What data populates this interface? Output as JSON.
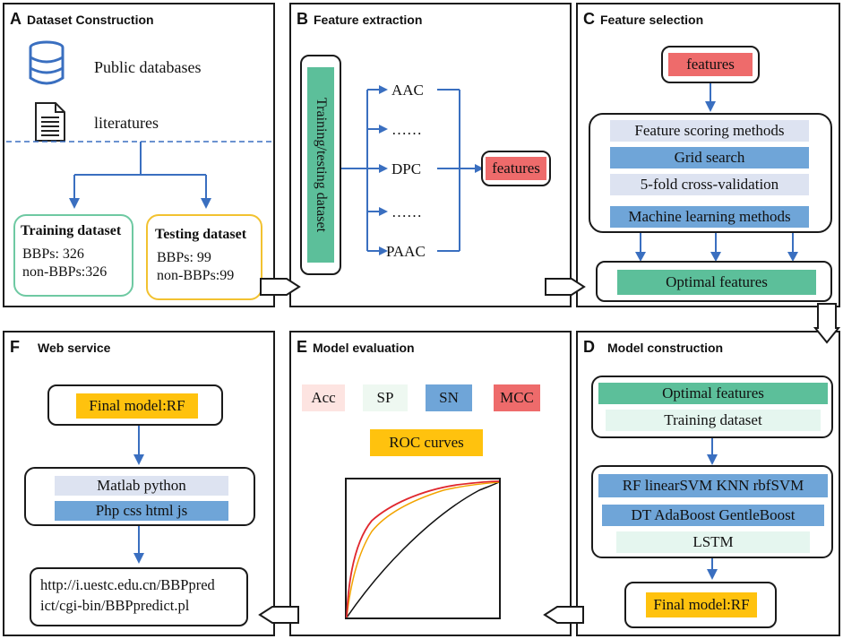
{
  "panels": {
    "a": {
      "letter": "A",
      "title": "Dataset Construction"
    },
    "b": {
      "letter": "B",
      "title": "Feature extraction"
    },
    "c": {
      "letter": "C",
      "title": "Feature selection"
    },
    "d": {
      "letter": "D",
      "title": "Model construction"
    },
    "e": {
      "letter": "E",
      "title": "Model evaluation"
    },
    "f": {
      "letter": "F",
      "title": "Web service"
    }
  },
  "a": {
    "source1": "Public databases",
    "source2": "literatures",
    "training": {
      "title": "Training dataset",
      "line1": "BBPs: 326",
      "line2": "non-BBPs:326"
    },
    "testing": {
      "title": "Testing dataset",
      "line1": "BBPs: 99",
      "line2": "non-BBPs:99"
    }
  },
  "b": {
    "input": "Training/testing dataset",
    "features": [
      "AAC",
      "……",
      "DPC",
      "……",
      "PAAC"
    ],
    "output": "features"
  },
  "c": {
    "top": "features",
    "methods": [
      "Feature scoring methods",
      "Grid search",
      "5-fold cross-validation",
      "Machine learning methods"
    ],
    "result": "Optimal features"
  },
  "d": {
    "inputs": [
      "Optimal features",
      "Training dataset"
    ],
    "models": [
      "RF linearSVM KNN rbfSVM",
      "DT AdaBoost GentleBoost",
      "LSTM"
    ],
    "final": "Final model:RF"
  },
  "e": {
    "metrics": [
      "Acc",
      "SP",
      "SN",
      "MCC"
    ],
    "roc": "ROC curves"
  },
  "f": {
    "model": "Final model:RF",
    "tools": [
      "Matlab python",
      "Php css html js"
    ],
    "url": "http://i.uestc.edu.cn/BBPpredict/cgi-bin/BBPpredict.pl",
    "url_line1": "http://i.uestc.edu.cn/BBPpred",
    "url_line2": "ict/cgi-bin/BBPpredict.pl"
  },
  "colors": {
    "green": "#5cbf9a",
    "red": "#ee6b6b",
    "lightblue": "#dde3f1",
    "blue": "#6fa5d8",
    "mint": "#e5f6ef",
    "orange": "#ffc20e",
    "pink": "#fde4e1",
    "arrow": "#3a6fc0",
    "train_border": "#6ec9a2",
    "test_border": "#f2c230"
  }
}
